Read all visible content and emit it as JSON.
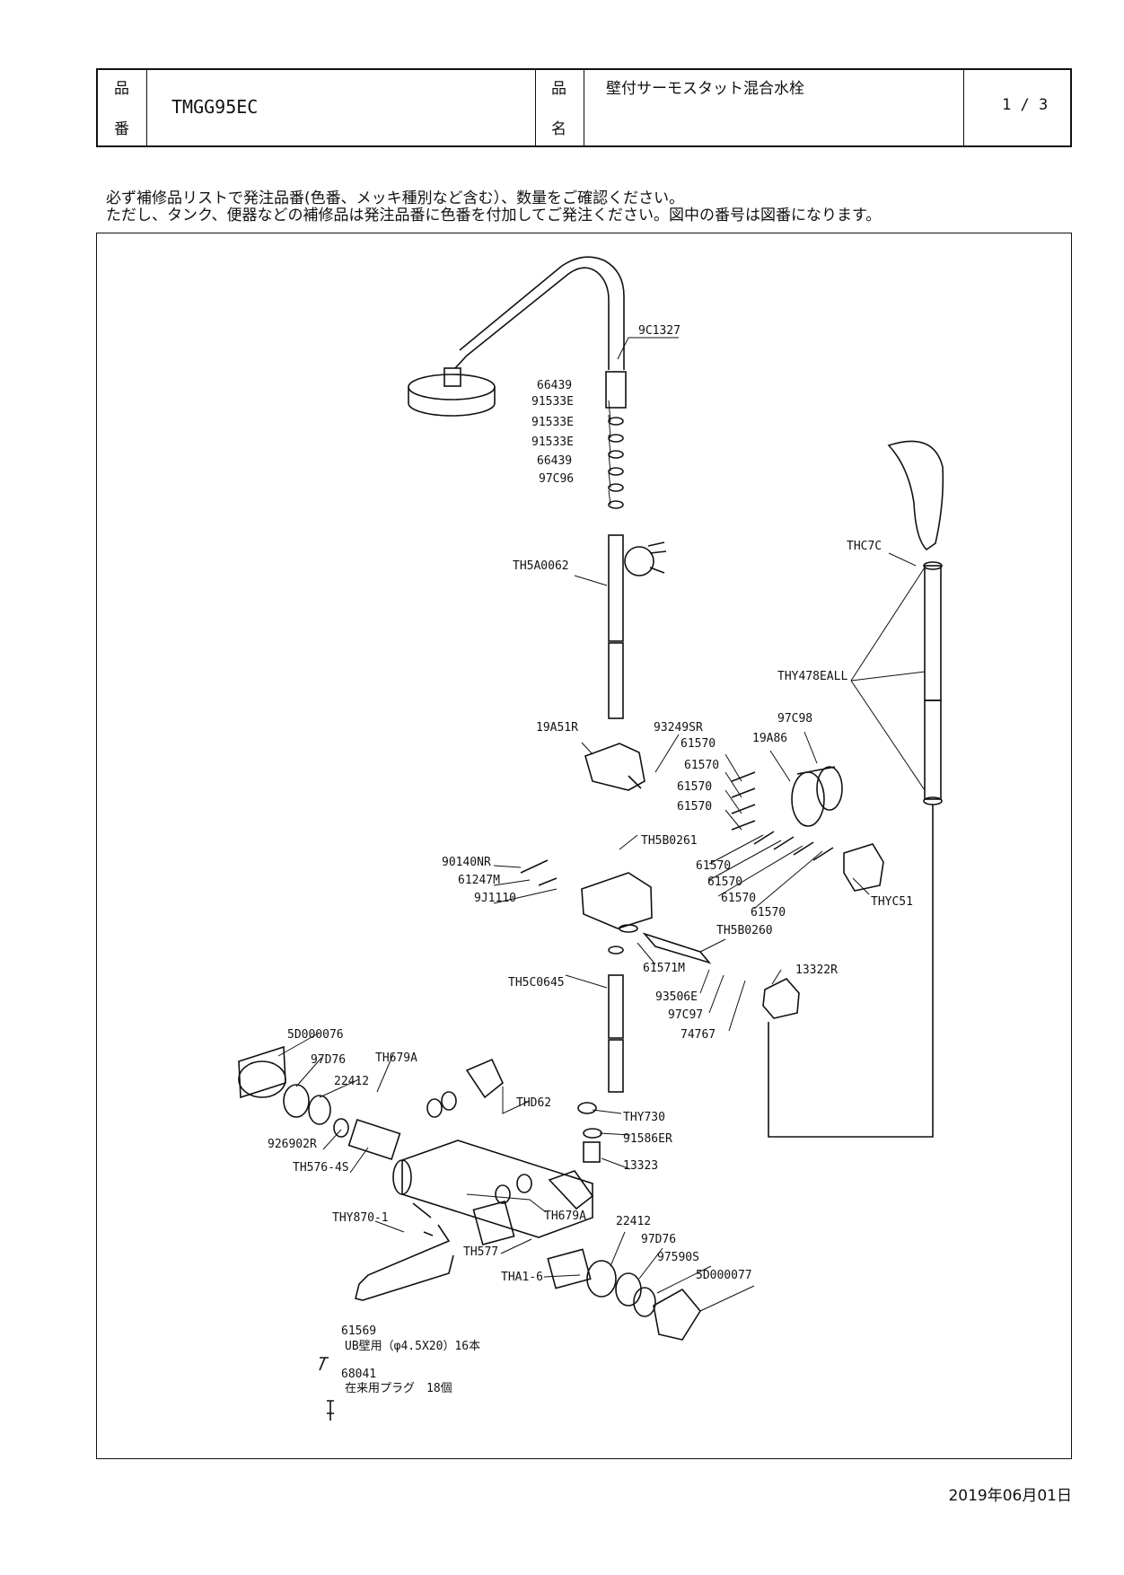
{
  "header": {
    "hinban_label_1": "品",
    "hinban_label_2": "番",
    "product_code": "TMGG95EC",
    "hinmei_label_1": "品",
    "hinmei_label_2": "名",
    "product_name": "壁付サーモスタット混合水栓",
    "page": "1 / 3"
  },
  "notice": {
    "line1": "必ず補修品リストで発注品番(色番、メッキ種別など含む）、数量をご確認ください。",
    "line2": "ただし、タンク、便器などの補修品は発注品番に色番を付加してご発注ください。図中の番号は図番になります。"
  },
  "diagram": {
    "labels": [
      "9C1327",
      "66439",
      "91533E",
      "91533E",
      "91533E",
      "66439",
      "97C96",
      "TH5A0062",
      "THC7C",
      "THY478EALL",
      "19A51R",
      "93249SR",
      "97C98",
      "19A86",
      "61570",
      "61570",
      "61570",
      "61570",
      "TH5B0261",
      "90140NR",
      "61247M",
      "9J1110",
      "61570",
      "61570",
      "61570",
      "61570",
      "THYC51",
      "TH5B0260",
      "61571M",
      "13322R",
      "TH5C0645",
      "93506E",
      "97C97",
      "74767",
      "5D000076",
      "97D76",
      "22412",
      "TH679A",
      "THD62",
      "THY730",
      "91586ER",
      "926902R",
      "TH576-4S",
      "13323",
      "TH679A",
      "THY870-1",
      "22412",
      "97D76",
      "TH577",
      "97590S",
      "5D000077",
      "THA1-6",
      "61569",
      "UB壁用（φ4.5X20）16本",
      "68041",
      "在来用プラグ　18個"
    ]
  },
  "footer": {
    "date": "2019年06月01日"
  }
}
